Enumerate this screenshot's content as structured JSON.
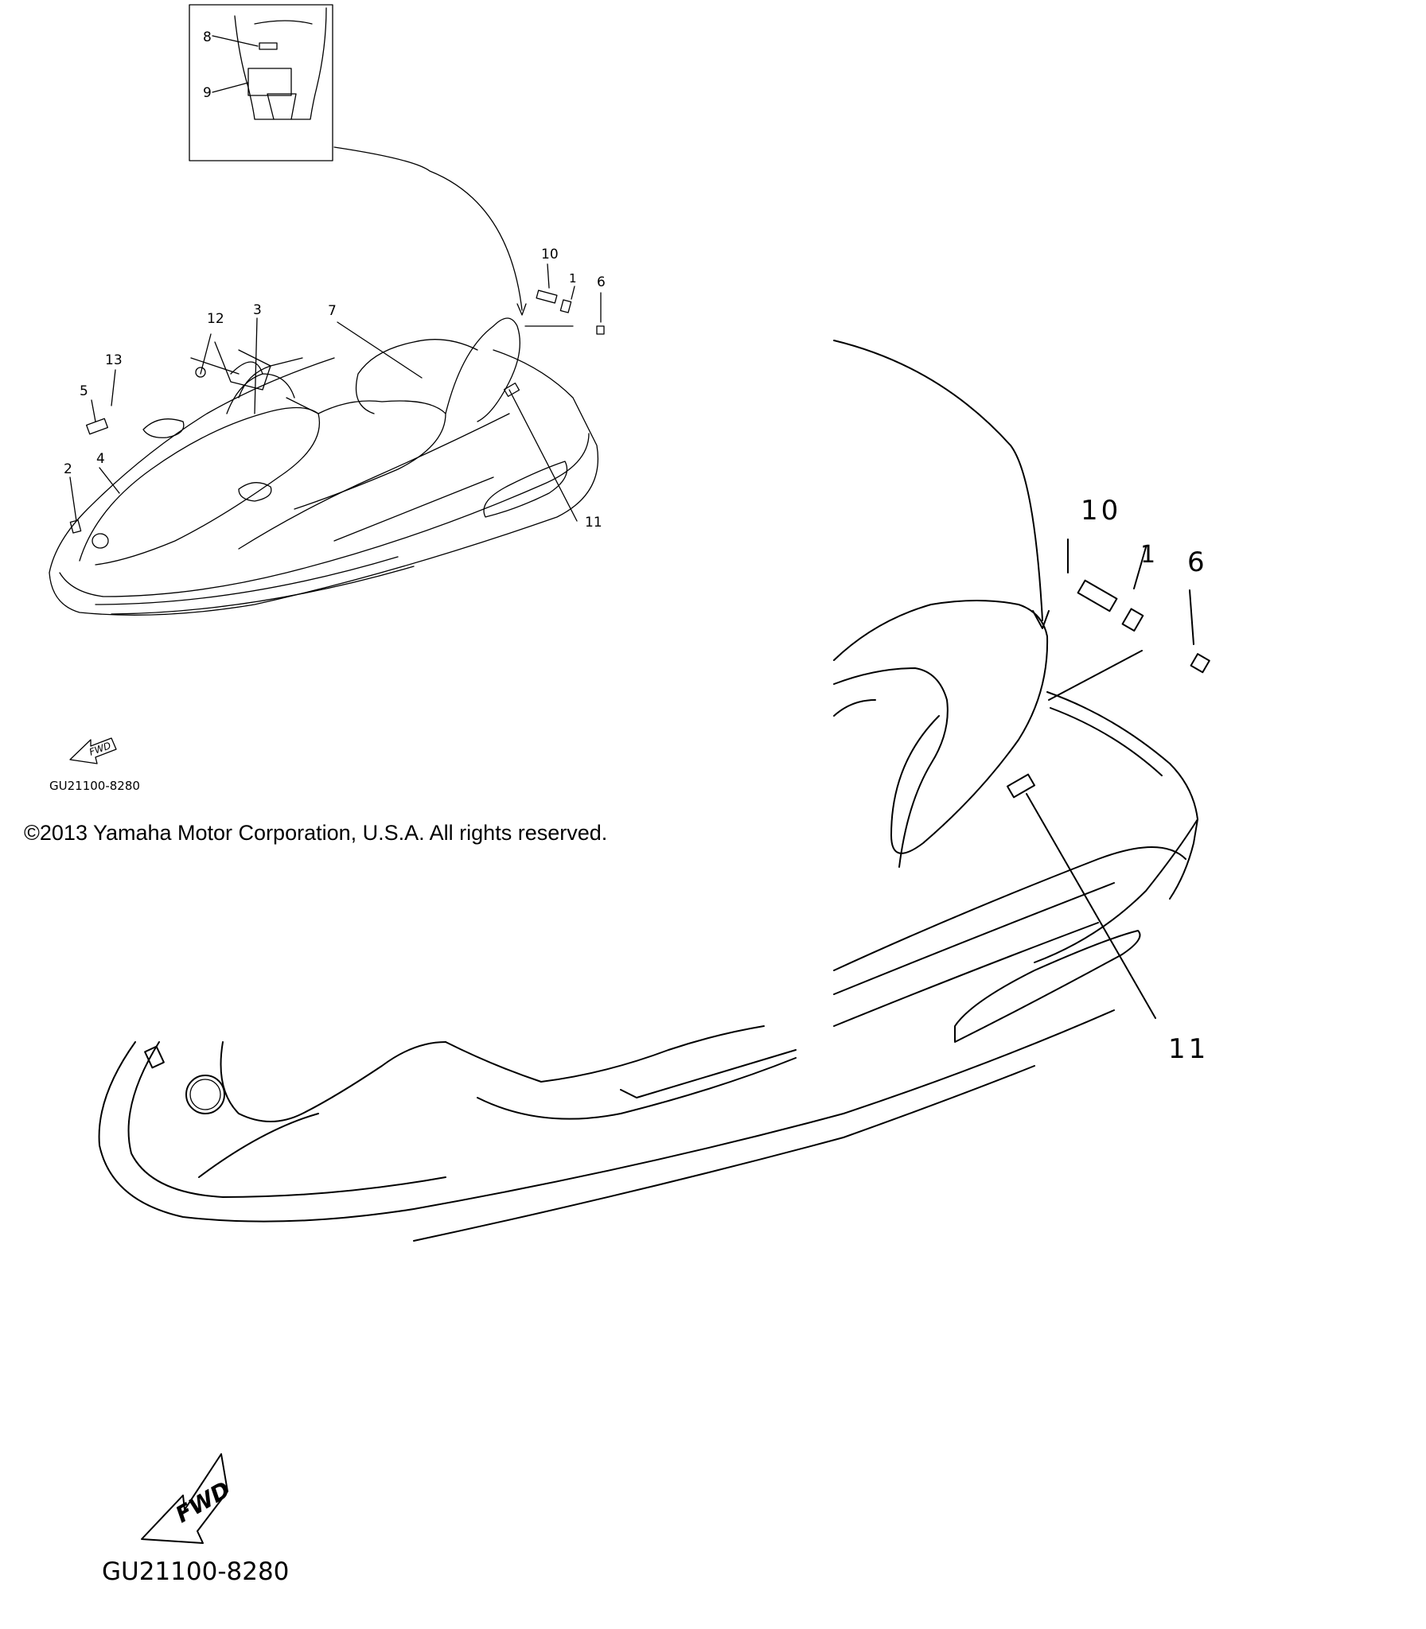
{
  "diagram": {
    "callouts_small": [
      "8",
      "9",
      "10",
      "1",
      "6",
      "12",
      "3",
      "7",
      "13",
      "5",
      "2",
      "4",
      "11"
    ],
    "callouts_large": [
      "10",
      "1",
      "6",
      "11"
    ],
    "fwd_arrow_text": "FWD",
    "part_code_small": "GU21100-8280",
    "part_code_large": "GU21100-8280"
  },
  "copyright": "©2013 Yamaha Motor Corporation, U.S.A. All rights reserved."
}
